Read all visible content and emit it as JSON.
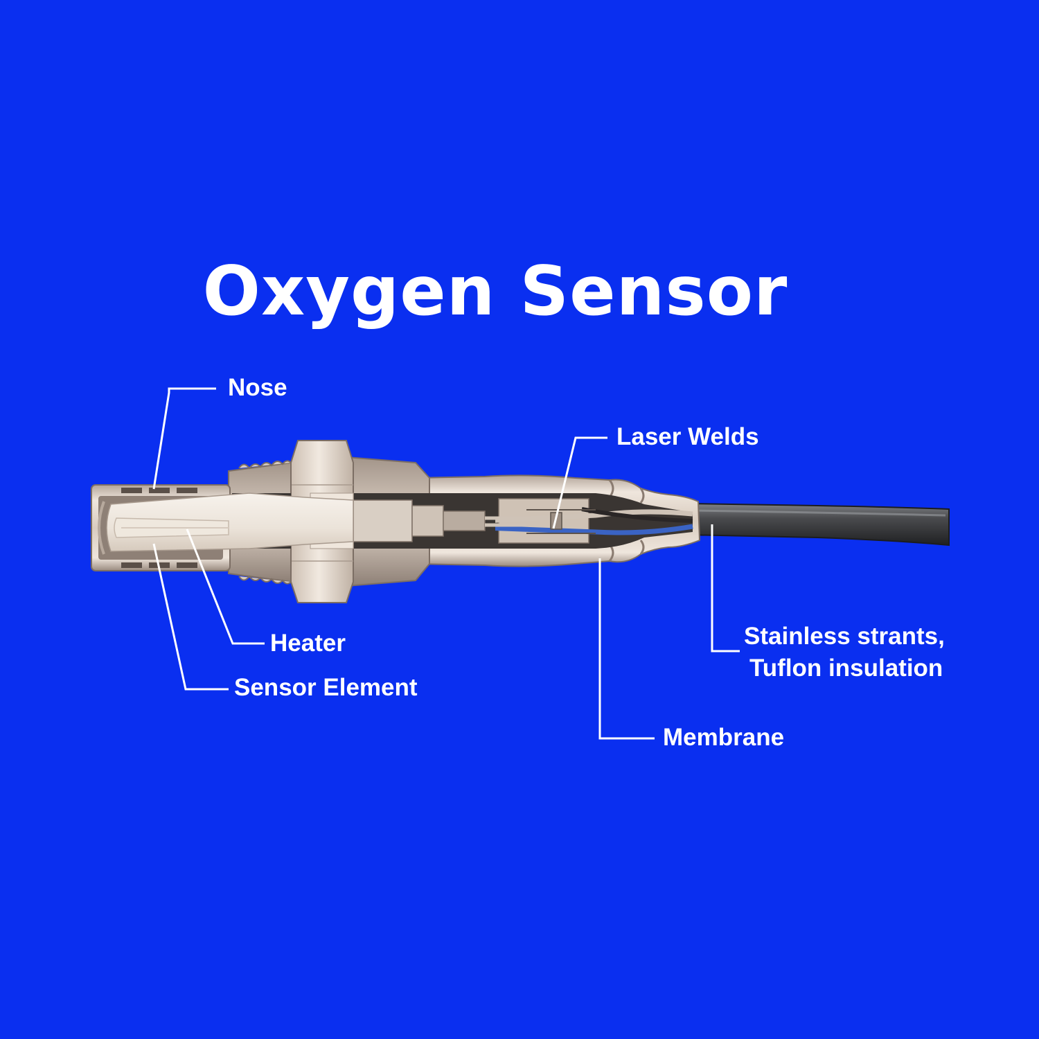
{
  "title": "Oxygen Sensor",
  "labels": {
    "nose": "Nose",
    "laser_welds": "Laser Welds",
    "heater": "Heater",
    "sensor_element": "Sensor Element",
    "strands_line1": "Stainless strants,",
    "strands_line2": "Tuflon insulation",
    "membrane": "Membrane"
  },
  "colors": {
    "background": "#0a2ff0",
    "text": "#ffffff",
    "leader_line": "#ffffff",
    "metal_light": "#e6dbd1",
    "metal_mid": "#c7b8ab",
    "metal_dark": "#8f8178",
    "ceramic": "#f2ece4",
    "hex_nut": "#e3d8cc",
    "interior_dark": "#3a3532",
    "cable": "#3d3e40",
    "wire_blue": "#3a63c4"
  }
}
